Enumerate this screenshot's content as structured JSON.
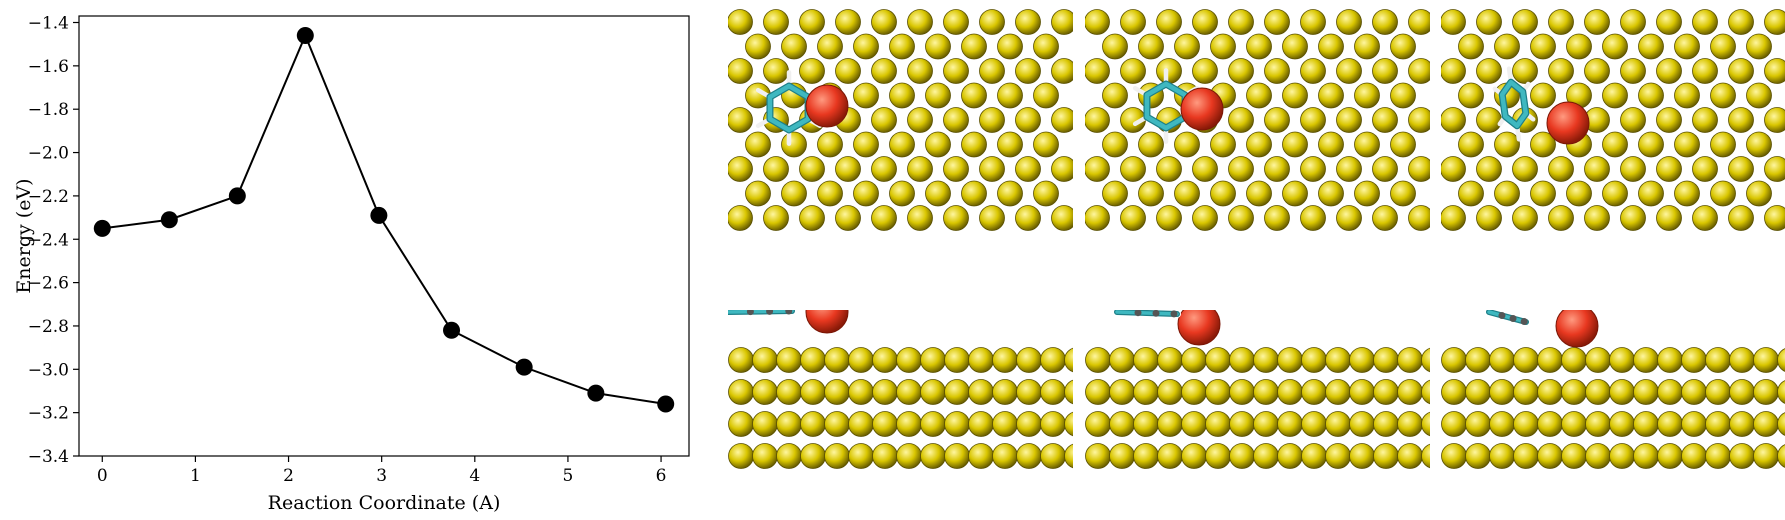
{
  "chart_data": {
    "type": "line",
    "title": "",
    "xlabel": "Reaction Coordinate (A)",
    "ylabel": "Energy (eV)",
    "xlim": [
      -0.25,
      6.3
    ],
    "ylim": [
      -3.4,
      -1.37
    ],
    "xticks": [
      0,
      1,
      2,
      3,
      4,
      5,
      6
    ],
    "yticks": [
      -3.4,
      -3.2,
      -3.0,
      -2.8,
      -2.6,
      -2.4,
      -2.2,
      -2.0,
      -1.8,
      -1.6,
      -1.4
    ],
    "grid": false,
    "marker": "circle",
    "line_color": "#000000",
    "marker_color": "#000000",
    "x": [
      0.0,
      0.72,
      1.45,
      2.18,
      2.97,
      3.75,
      4.53,
      5.3,
      6.05
    ],
    "y": [
      -2.35,
      -2.31,
      -2.2,
      -1.46,
      -2.29,
      -2.82,
      -2.99,
      -3.11,
      -3.16
    ]
  },
  "structures": {
    "slab_color": "#d9c600",
    "atom_color": "#e83820",
    "carbon_color": "#3fb8c0",
    "hydrogen_color": "#f0f0f0",
    "panels": [
      {
        "view": "top",
        "stage": "initial"
      },
      {
        "view": "top",
        "stage": "transition"
      },
      {
        "view": "top",
        "stage": "final"
      },
      {
        "view": "side",
        "stage": "initial"
      },
      {
        "view": "side",
        "stage": "transition"
      },
      {
        "view": "side",
        "stage": "final"
      }
    ]
  }
}
